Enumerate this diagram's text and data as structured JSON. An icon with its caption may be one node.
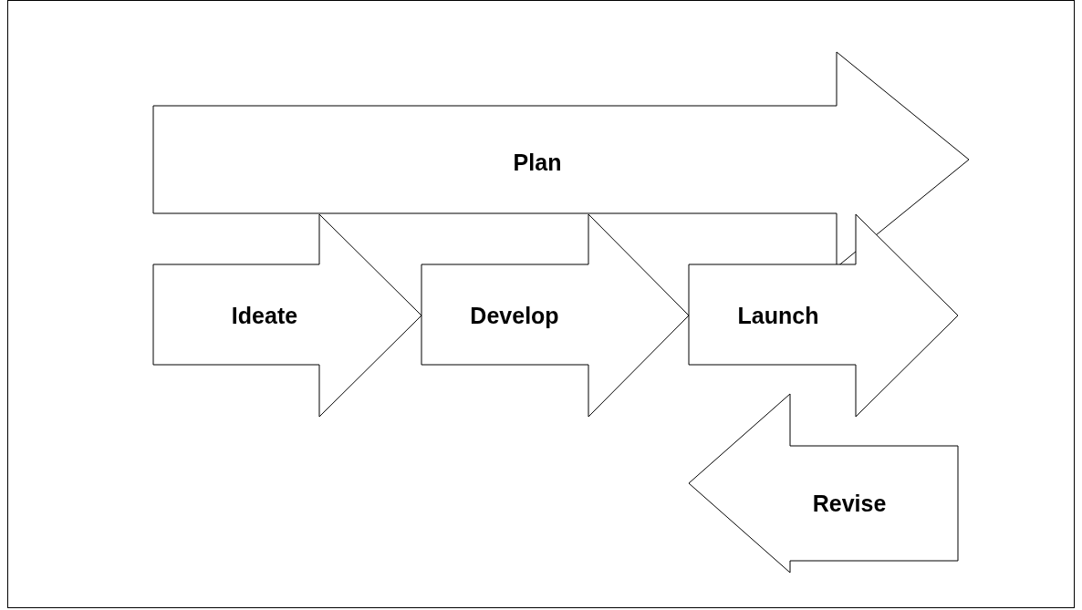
{
  "diagram": {
    "nodes": [
      {
        "text": [
          "Plan"
        ]
      },
      {
        "text": [
          "Ideate"
        ]
      },
      {
        "text": [
          "Develop"
        ]
      },
      {
        "text": [
          "Launch"
        ]
      },
      {
        "text": [
          "Revise"
        ]
      }
    ]
  }
}
